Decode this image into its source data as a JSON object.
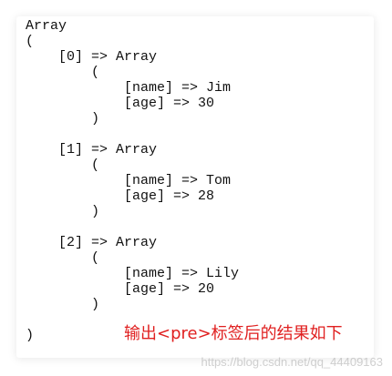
{
  "pre_output": {
    "lines": [
      "Array",
      "(",
      "    [0] => Array",
      "        (",
      "            [name] => Jim",
      "            [age] => 30",
      "        )",
      "",
      "    [1] => Array",
      "        (",
      "            [name] => Tom",
      "            [age] => 28",
      "        )",
      "",
      "    [2] => Array",
      "        (",
      "            [name] => Lily",
      "            [age] => 20",
      "        )",
      "",
      ")"
    ]
  },
  "annotation": {
    "text": "输出<pre>标签后的结果如下",
    "color": "#e02020"
  },
  "watermark": {
    "text": "https://blog.csdn.net/qq_44409163"
  }
}
